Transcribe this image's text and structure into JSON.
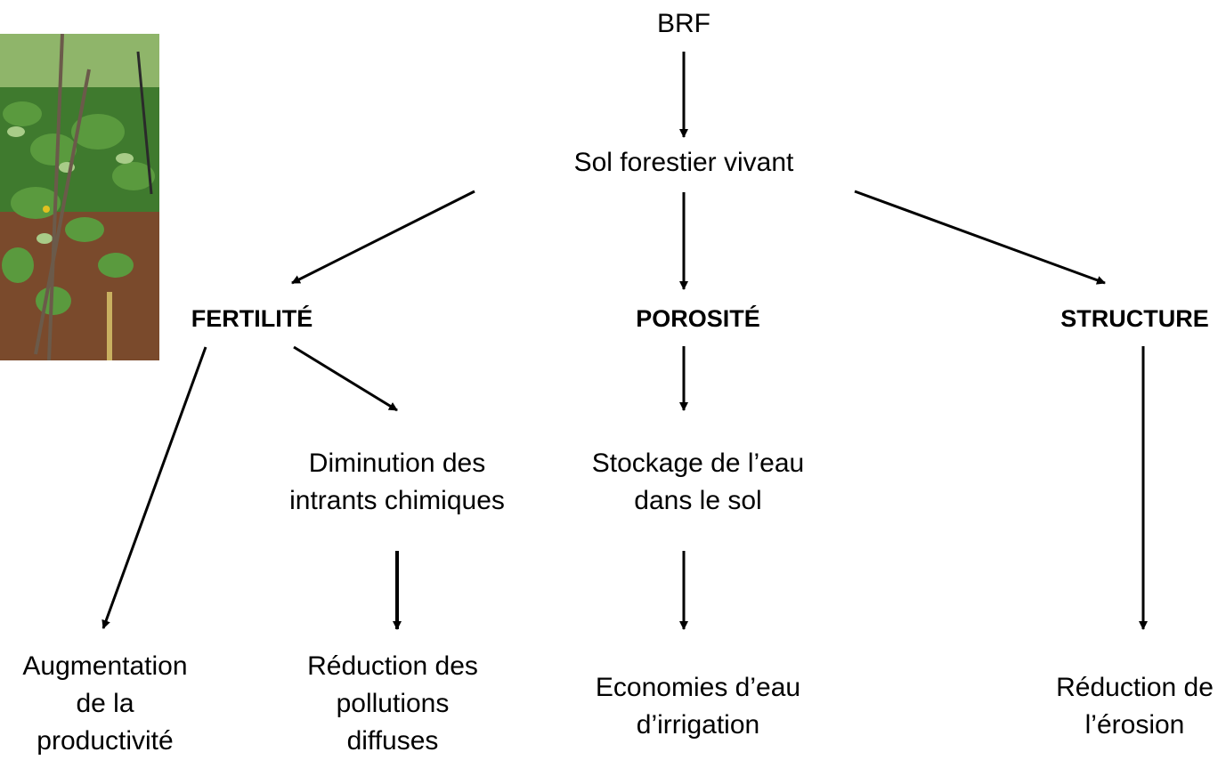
{
  "diagram": {
    "root": "BRF",
    "level1": "Sol forestier vivant",
    "properties": {
      "fertilite": "FERTILITÉ",
      "porosite": "POROSITÉ",
      "structure": "STRUCTURE"
    },
    "intermediate": {
      "intrants": "Diminution des\nintrants chimiques",
      "stockage": "Stockage de l’eau\ndans le sol"
    },
    "outcomes": {
      "productivite": "Augmentation\nde la\nproductivité",
      "pollutions": "Réduction des\npollutions\ndiffuses",
      "irrigation": "Economies d’eau\nd’irrigation",
      "erosion": "Réduction de\nl’érosion"
    },
    "colors": {
      "arrow": "#000000",
      "text": "#000000"
    },
    "photo_subject": "young tree in orchard with wood chip mulch"
  }
}
